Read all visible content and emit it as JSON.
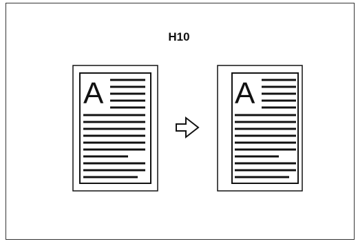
{
  "diagram": {
    "title": "H10",
    "pages": [
      {
        "id": "before",
        "letter": "A"
      },
      {
        "id": "after",
        "letter": "A"
      }
    ],
    "arrow_icon": "right-outline-arrow-icon",
    "colors": {
      "ink": "#111111",
      "paper": "#ffffff",
      "frame": "#333333"
    }
  }
}
